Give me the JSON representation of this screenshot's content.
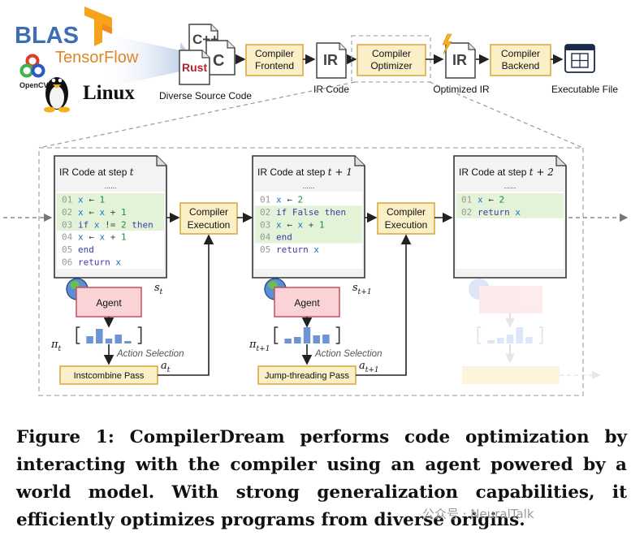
{
  "logos": {
    "blas": "BLAS",
    "tensorflow": "TensorFlow",
    "opencv": "OpenCV",
    "linux": "Linux"
  },
  "top_pipeline": {
    "langs": {
      "cpp": "C++",
      "c": "C",
      "rust": "Rust"
    },
    "diverse_source_label": "Diverse Source Code",
    "frontend": [
      "Compiler",
      "Frontend"
    ],
    "ir": "IR",
    "ir_code_label": "IR Code",
    "optimizer": [
      "Compiler",
      "Optimizer"
    ],
    "optimized_ir_label": "Optimized IR",
    "backend": [
      "Compiler",
      "Backend"
    ],
    "executable_label": "Executable File"
  },
  "steps": [
    {
      "title": "IR Code at step",
      "title_math": "t",
      "dots": "......",
      "lines": [
        {
          "n": "01",
          "code": "x ← 1",
          "hl": true,
          "dim": false
        },
        {
          "n": "02",
          "code": "x ← x + 1",
          "hl": true,
          "dim": false
        },
        {
          "n": "03",
          "code": "if x != 2 then",
          "hl": true,
          "dim": false
        },
        {
          "n": "04",
          "code": "   x ← x + 1",
          "hl": false,
          "dim": false
        },
        {
          "n": "05",
          "code": "end",
          "hl": false,
          "dim": false
        },
        {
          "n": "06",
          "code": "return x",
          "hl": false,
          "dim": false
        }
      ],
      "state": "s_t",
      "agent": "Agent",
      "policy": "π_t",
      "action_selection": "Action Selection",
      "pass": "Instcombine Pass",
      "action": "a_t"
    },
    {
      "title": "IR Code at step",
      "title_math": "t + 1",
      "dots": "......",
      "lines": [
        {
          "n": "01",
          "code": "x ← 2",
          "hl": false,
          "dim": false
        },
        {
          "n": "02",
          "code": "if False then",
          "hl": true,
          "dim": false
        },
        {
          "n": "03",
          "code": "   x ← x + 1",
          "hl": true,
          "dim": false
        },
        {
          "n": "04",
          "code": "end",
          "hl": true,
          "dim": false
        },
        {
          "n": "05",
          "code": "return x",
          "hl": false,
          "dim": false
        }
      ],
      "state": "s_t+1",
      "agent": "Agent",
      "policy": "π_t+1",
      "action_selection": "Action Selection",
      "pass": "Jump-threading Pass",
      "action": "a_t+1"
    },
    {
      "title": "IR Code at step",
      "title_math": "t + 2",
      "dots": "......",
      "lines": [
        {
          "n": "01",
          "code": "x ← 2",
          "hl": true,
          "dim": false
        },
        {
          "n": "02",
          "code": "return x",
          "hl": true,
          "dim": false
        }
      ]
    }
  ],
  "compiler_execution": [
    "Compiler",
    "Execution"
  ],
  "policy_bars": [
    [
      0.45,
      0.9,
      0.3,
      0.55,
      0.15
    ],
    [
      0.3,
      0.4,
      1.0,
      0.5,
      0.55
    ],
    [
      0.2,
      0.35,
      0.55,
      1.0,
      0.4
    ]
  ],
  "caption": "Figure 1: CompilerDream performs code optimization by interacting with the compiler using an agent powered by a world model. With strong generalization capabilities, it efficiently optimizes programs from diverse origins.",
  "watermark": "公众号 · NeuralTalk",
  "colors": {
    "yellow_fill": "#fbefc7",
    "yellow_stroke": "#d9a63a",
    "pink_fill": "#f9d3d6",
    "pink_stroke": "#c9505c",
    "code_green": "#e3f3d8",
    "code_blue": "#1a74c9",
    "bar_blue": "#6d95d3"
  }
}
